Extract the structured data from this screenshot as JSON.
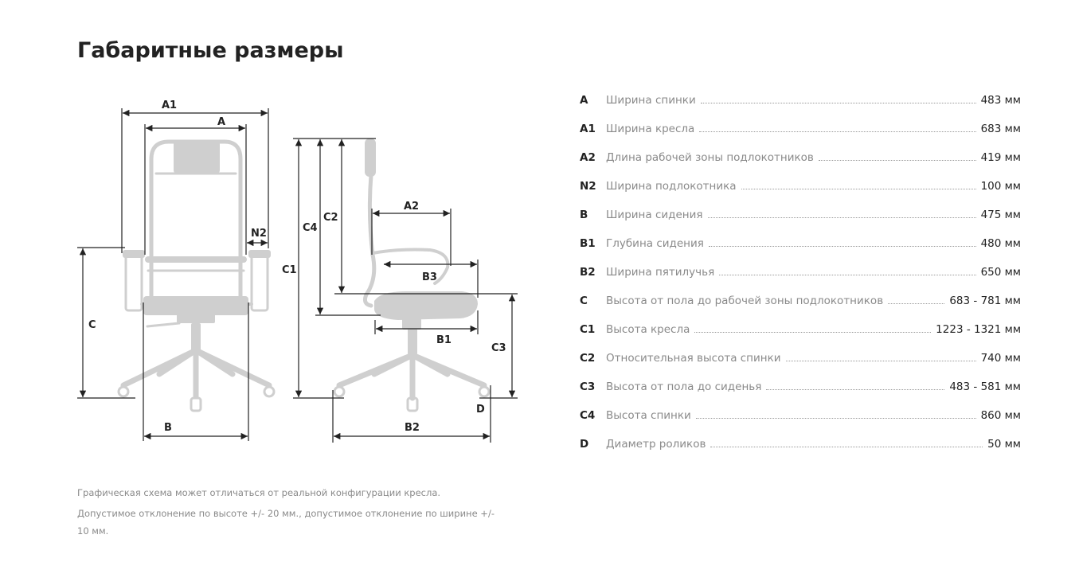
{
  "title": "Габаритные размеры",
  "diagram_labels": {
    "A1": "A1",
    "A": "A",
    "N2": "N2",
    "C": "C",
    "B": "B",
    "C1": "C1",
    "C4": "C4",
    "C2": "C2",
    "A2": "A2",
    "B3": "B3",
    "B1": "B1",
    "C3": "C3",
    "D": "D",
    "B2": "B2"
  },
  "specs": [
    {
      "code": "A",
      "name": "Ширина спинки",
      "value": "483 мм"
    },
    {
      "code": "A1",
      "name": "Ширина кресла",
      "value": "683 мм"
    },
    {
      "code": "A2",
      "name": "Длина рабочей зоны подлокотников",
      "value": "419 мм"
    },
    {
      "code": "N2",
      "name": "Ширина подлокотника",
      "value": "100 мм"
    },
    {
      "code": "B",
      "name": "Ширина сидения",
      "value": "475 мм"
    },
    {
      "code": "B1",
      "name": "Глубина сидения",
      "value": "480 мм"
    },
    {
      "code": "B2",
      "name": "Ширина пятилучья",
      "value": "650 мм"
    },
    {
      "code": "C",
      "name": "Высота от пола до рабочей зоны подлокотников",
      "value": "683 - 781 мм"
    },
    {
      "code": "C1",
      "name": "Высота кресла",
      "value": "1223 - 1321 мм"
    },
    {
      "code": "C2",
      "name": "Относительная высота спинки",
      "value": "740 мм"
    },
    {
      "code": "C3",
      "name": "Высота от пола до сиденья",
      "value": "483 - 581 мм"
    },
    {
      "code": "C4",
      "name": "Высота спинки",
      "value": "860 мм"
    },
    {
      "code": "D",
      "name": "Диаметр роликов",
      "value": "50 мм"
    }
  ],
  "notes": [
    "Графическая схема может отличаться от реальной конфигурации кресла.",
    "Допустимое отклонение по высоте +/- 20 мм., допустимое отклонение по ширине +/- 10 мм."
  ],
  "colors": {
    "text": "#222222",
    "muted": "#8a8a8a",
    "chair": "#cfcfcf"
  }
}
